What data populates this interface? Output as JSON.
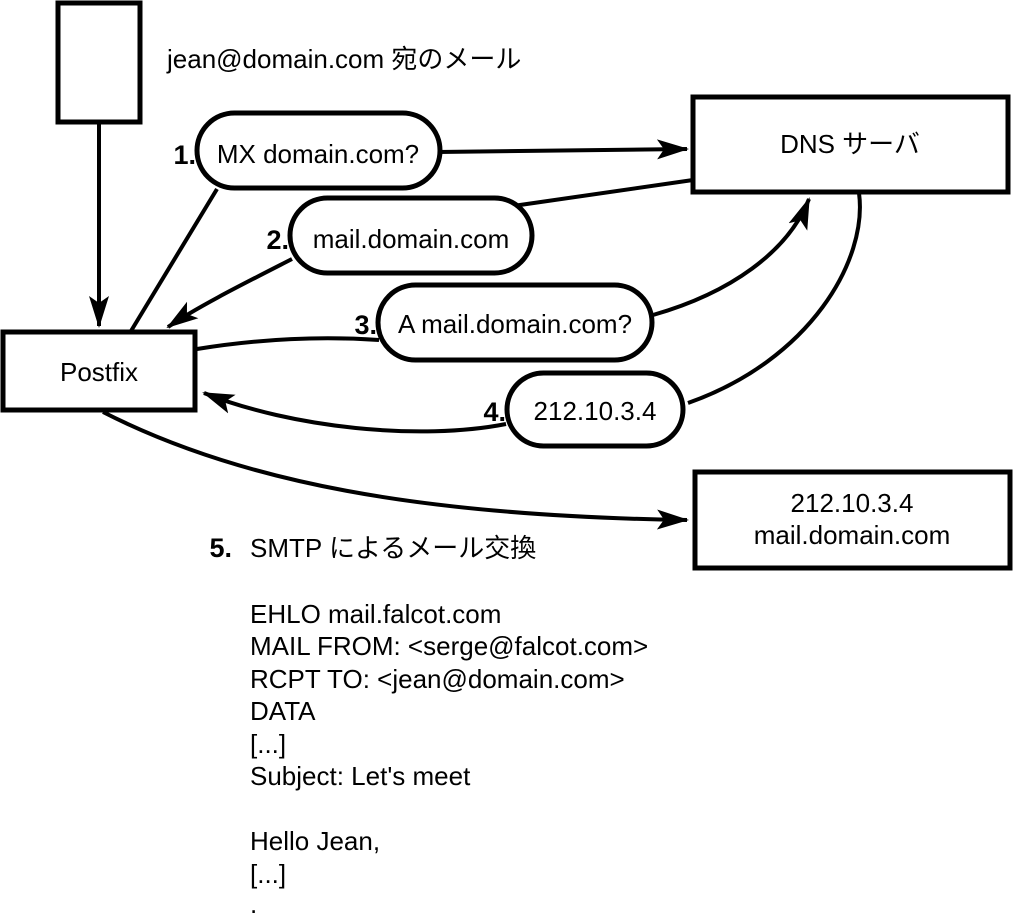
{
  "diagram": {
    "description": "Postfix mail delivery with DNS lookup flow",
    "incoming_mail_note": "jean@domain.com 宛のメール",
    "nodes": {
      "postfix": {
        "label": "Postfix"
      },
      "dns_server": {
        "label": "DNS サーバ"
      },
      "mail_server": {
        "line1": "212.10.3.4",
        "line2": "mail.domain.com"
      }
    },
    "steps": [
      {
        "num": "1.",
        "label": "MX domain.com?"
      },
      {
        "num": "2.",
        "label": "mail.domain.com"
      },
      {
        "num": "3.",
        "label": "A mail.domain.com?"
      },
      {
        "num": "4.",
        "label": "212.10.3.4"
      },
      {
        "num": "5.",
        "label": "SMTP によるメール交換"
      }
    ],
    "smtp_session": {
      "lines": [
        "EHLO mail.falcot.com",
        "MAIL FROM: <serge@falcot.com>",
        "RCPT TO: <jean@domain.com>",
        "DATA",
        "[...]",
        "Subject: Let's meet",
        "",
        "Hello Jean,",
        "[...]",
        "."
      ]
    },
    "colors": {
      "stroke": "#000000",
      "background": "#ffffff"
    }
  }
}
